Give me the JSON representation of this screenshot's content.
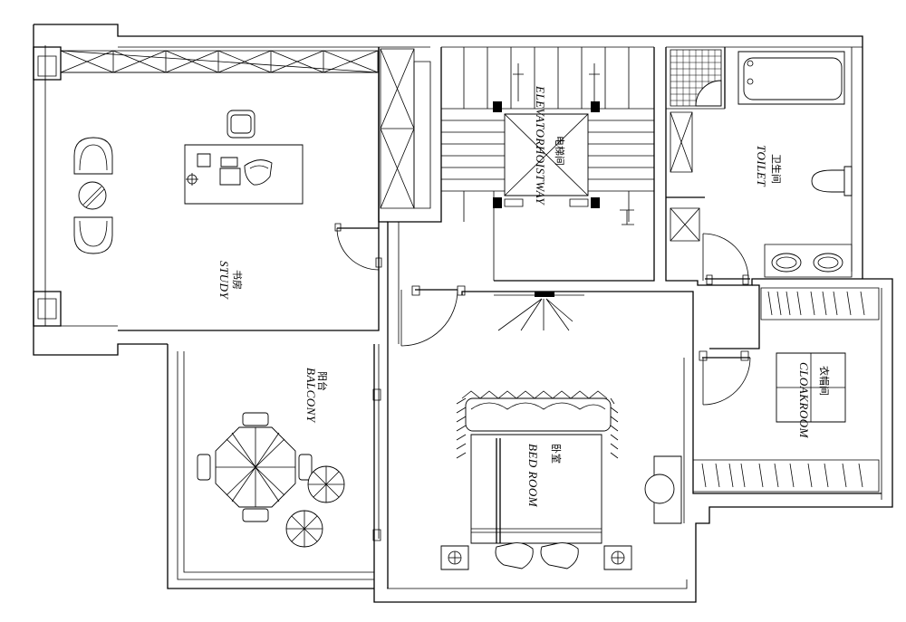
{
  "rooms": {
    "study": {
      "name_cn": "书房",
      "name_en": "STUDY"
    },
    "balcony": {
      "name_cn": "阳台",
      "name_en": "BALCONY"
    },
    "elevator": {
      "name_cn": "电梯间",
      "name_en": "ELEVATORHOISTWAY"
    },
    "toilet": {
      "name_cn": "卫生间",
      "name_en": "TOILET"
    },
    "cloakroom": {
      "name_cn": "衣帽间",
      "name_en": "CLOAKROOM"
    },
    "bedroom": {
      "name_cn": "卧室",
      "name_en": "BED ROOM"
    }
  },
  "colors": {
    "line": "#000000",
    "background": "#ffffff"
  }
}
